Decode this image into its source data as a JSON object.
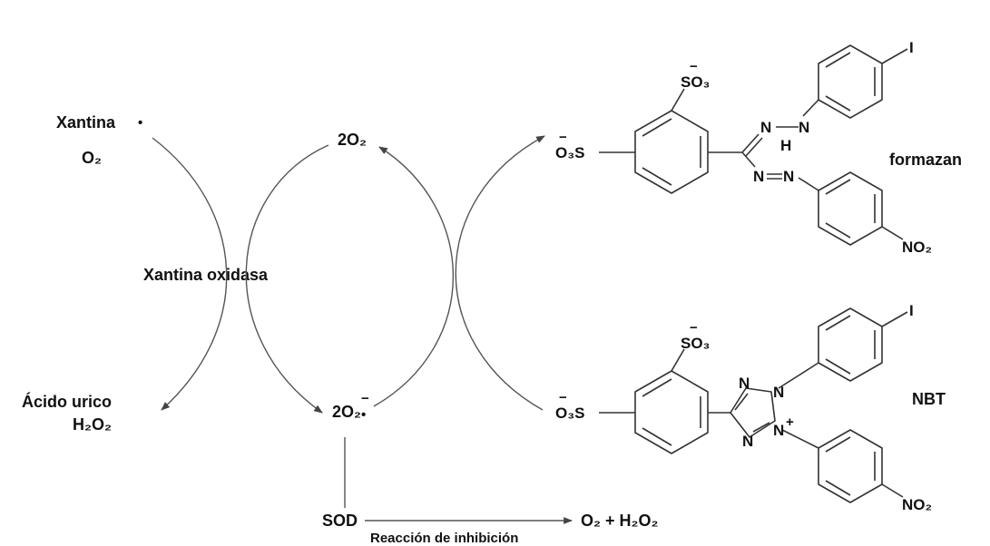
{
  "labels": {
    "xantina": "Xantina",
    "xantina_dot": "•",
    "o2_in": "O₂",
    "xantina_oxidasa": "Xantina oxidasa",
    "acido_urico": "Ácido urico",
    "h2o2_left": "H₂O₂",
    "two_o2": "2O₂",
    "two_o2_superoxide": "2O₂",
    "superoxide_charge": "−",
    "superoxide_dot": "•",
    "sod": "SOD",
    "reaccion_inhibicion": "Reacción de inhibición",
    "products": "O₂ + H₂O₂"
  },
  "formazan": {
    "name": "formazan",
    "so3": "SO₃",
    "o3s": "O₃S",
    "charge": "−",
    "n1": "N",
    "n2": "N",
    "h": "H",
    "n3": "N",
    "n4": "N",
    "iodo": "I",
    "nitro": "NO₂"
  },
  "nbt": {
    "name": "NBT",
    "so3": "SO₃",
    "o3s": "O₃S",
    "charge": "−",
    "n_top": "N",
    "n_right": "N",
    "n_bottom": "N",
    "n_bottom2": "N",
    "plus": "+",
    "iodo": "I",
    "nitro": "NO₂"
  }
}
